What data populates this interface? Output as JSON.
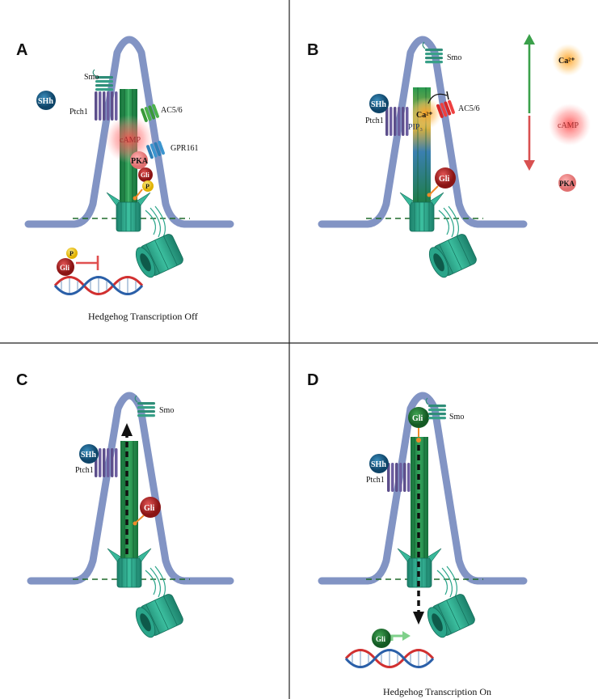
{
  "panels": {
    "a": {
      "letter": "A",
      "smo": "Smo",
      "ptch1": "Ptch1",
      "shh": "SHh",
      "ac": "AC5/6",
      "camp": "cAMP",
      "gpr": "GPR161",
      "pka": "PKA",
      "gli": "Gli",
      "p": "P",
      "caption": "Hedgehog Transcription Off"
    },
    "b": {
      "letter": "B",
      "smo": "Smo",
      "ptch1": "Ptch1",
      "shh": "SHh",
      "ac": "AC5/6",
      "ca": "Ca²⁺",
      "pip": "PIP₃",
      "gli": "Gli",
      "legend_ca": "Ca²⁺",
      "legend_camp": "cAMP",
      "legend_pka": "PKA"
    },
    "c": {
      "letter": "C",
      "smo": "Smo",
      "ptch1": "Ptch1",
      "shh": "SHh",
      "gli": "Gli"
    },
    "d": {
      "letter": "D",
      "smo": "Smo",
      "ptch1": "Ptch1",
      "shh": "SHh",
      "gli_top": "Gli",
      "gli_dna": "Gli",
      "caption": "Hedgehog Transcription On"
    }
  },
  "colors": {
    "membrane": "#8294c4",
    "cilium": "#1f8a4c",
    "basal_body": "#2aa58a",
    "ptch1": "#5d4f8c",
    "smo": "#2f8d78",
    "shh": "#1b5f86",
    "gli": "#b52a2a",
    "gli_on": "#1f7a33",
    "pka": "#f08c8c",
    "camp_glow": "#ff5a5a",
    "ca_glow": "#ffb030",
    "ac": "#3a9a3a",
    "ac_active": "#d82828",
    "gpr161": "#2e7fb7",
    "phospho": "#f4cc1c",
    "arrow_up": "#3aa04a",
    "arrow_down": "#d85050",
    "dna_red": "#d13030",
    "dna_blue": "#2a5fa8"
  }
}
